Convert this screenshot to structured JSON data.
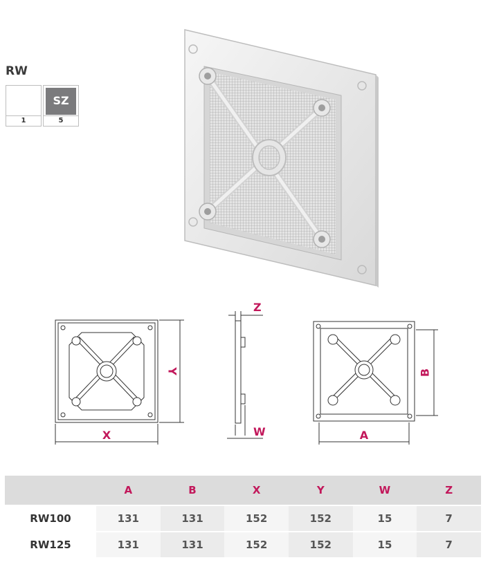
{
  "series": {
    "title": "RW"
  },
  "colors": [
    {
      "label": "",
      "code": "1",
      "hex": "#ffffff"
    },
    {
      "label": "SZ",
      "code": "5",
      "hex": "#7b7b7d"
    }
  ],
  "dimension_labels": {
    "x": "X",
    "y": "Y",
    "z": "Z",
    "w": "W",
    "a": "A",
    "b": "B"
  },
  "table": {
    "headers": [
      "",
      "A",
      "B",
      "X",
      "Y",
      "W",
      "Z"
    ],
    "rows": [
      [
        "RW100",
        "131",
        "131",
        "152",
        "152",
        "15",
        "7"
      ],
      [
        "RW125",
        "131",
        "131",
        "152",
        "152",
        "15",
        "7"
      ]
    ]
  },
  "accent_color": "#c2185b"
}
